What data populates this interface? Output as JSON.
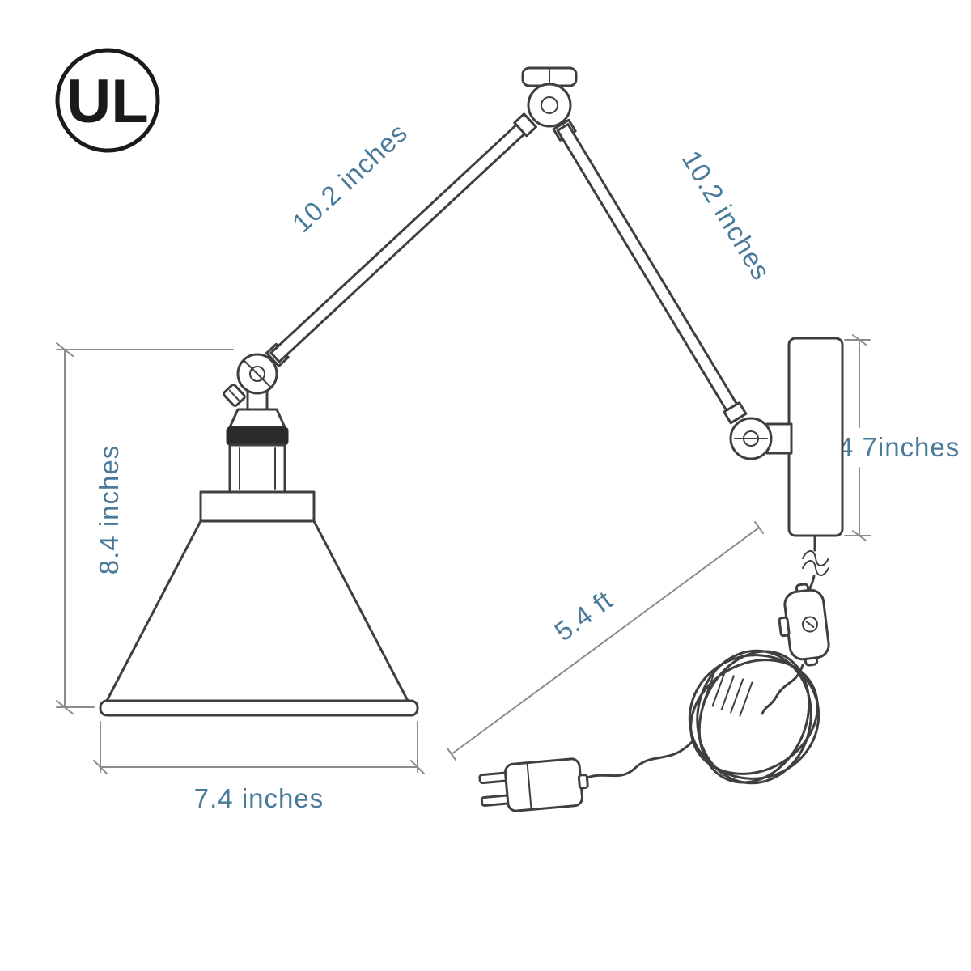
{
  "diagram": {
    "certification_mark": "UL",
    "labels": {
      "upper_arm_length": "10.2 inches",
      "lower_arm_length": "10.2 inches",
      "lamp_height": "8.4 inches",
      "shade_width": "7.4 inches",
      "backplate_height": "4 7inches",
      "cord_length": "5.4 ft"
    },
    "colors": {
      "drawing_line": "#3f3f3f",
      "dimension_line": "#8c8c8c",
      "dimension_text": "#4a7a9a",
      "socket_band": "#2b2b2b",
      "background": "#ffffff"
    }
  }
}
